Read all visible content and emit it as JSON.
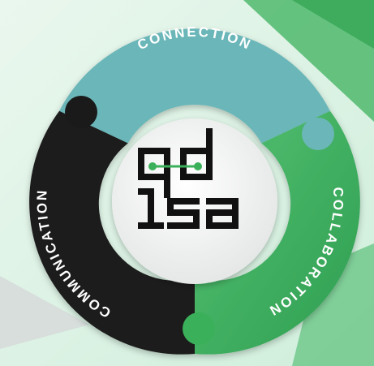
{
  "segments": {
    "top": {
      "label": "CONNECTION",
      "color": "#6bb6b8"
    },
    "right": {
      "label": "COLLABORATION",
      "color": "#3bb05a"
    },
    "left": {
      "label": "COMMUNICATION",
      "color": "#1a1a1a"
    }
  },
  "logo": {
    "text_line1": "qd",
    "text_line2": "lsa",
    "connector_color": "#3bb05a"
  },
  "colors": {
    "background": "#dff2e6",
    "accent_green": "#4cb868",
    "center_disc": "#f2f4f3"
  }
}
